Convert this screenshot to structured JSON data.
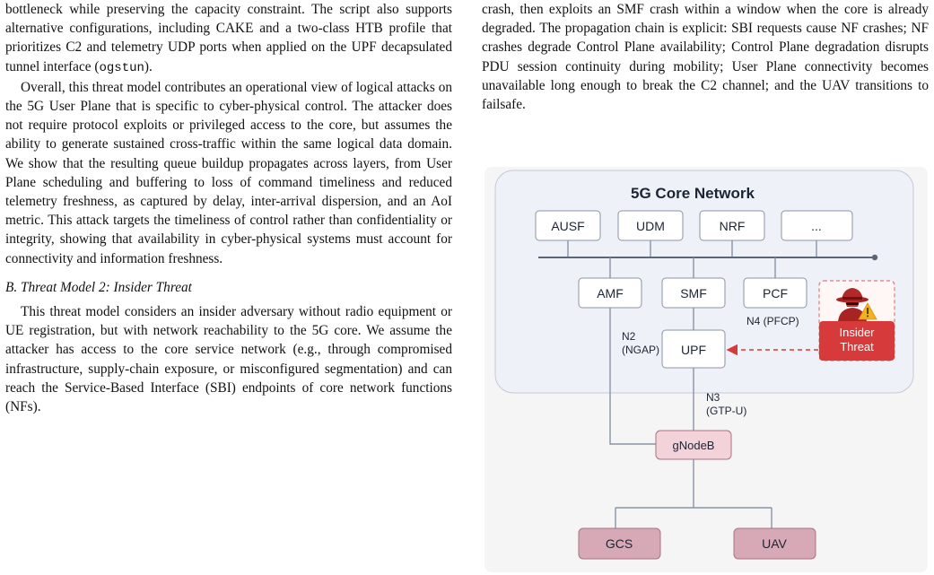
{
  "left": {
    "p1": "bottleneck while preserving the capacity constraint. The script also supports alternative configurations, including CAKE and a two-class HTB profile that prioritizes C2 and telemetry UDP ports when applied on the UPF decapsulated tunnel interface (",
    "p1_code": "ogstun",
    "p1_end": ").",
    "p2": "Overall, this threat model contributes an operational view of logical attacks on the 5G User Plane that is specific to cyber-physical control. The attacker does not require protocol exploits or privileged access to the core, but assumes the ability to generate sustained cross-traffic within the same logical data domain. We show that the resulting queue buildup propagates across layers, from User Plane scheduling and buffering to loss of command timeliness and reduced telemetry freshness, as captured by delay, inter-arrival dispersion, and an AoI metric. This attack targets the timeliness of control rather than confidentiality or integrity, showing that availability in cyber-physical systems must account for connectivity and information freshness.",
    "heading": "B. Threat Model 2: Insider Threat",
    "p3": "This threat model considers an insider adversary without radio equipment or UE registration, but with network reachability to the 5G core. We assume the attacker has access to the core service network (e.g., through compromised infrastructure, supply-chain exposure, or misconfigured segmentation) and can reach the Service-Based Interface (SBI) endpoints of core network functions (NFs)."
  },
  "right": {
    "p1": "crash, then exploits an SMF crash within a window when the core is already degraded. The propagation chain is explicit: SBI requests cause NF crashes; NF crashes degrade Control Plane availability; Control Plane degradation disrupts PDU session continuity during mobility; User Plane connectivity becomes unavailable long enough to break the C2 channel; and the UAV transitions to failsafe."
  },
  "figure": {
    "title": "5G Core Network",
    "top_nfs": [
      "AUSF",
      "UDM",
      "NRF",
      "..."
    ],
    "mid_nfs": [
      "AMF",
      "SMF",
      "PCF"
    ],
    "upf": "UPF",
    "gnb": "gNodeB",
    "gcs": "GCS",
    "uav": "UAV",
    "n2_line1": "N2",
    "n2_line2": "(NGAP)",
    "n4": "N4 (PFCP)",
    "n3_line1": "N3",
    "n3_line2": "(GTP-U)",
    "insider_line1": "Insider",
    "insider_line2": "Threat",
    "colors": {
      "core_bg": "#eef1f8",
      "box_border": "#8a94a6",
      "threat_red": "#d63a3a",
      "endpoint_fill": "#d7a9b6",
      "gnb_fill": "#f3d2da"
    }
  }
}
